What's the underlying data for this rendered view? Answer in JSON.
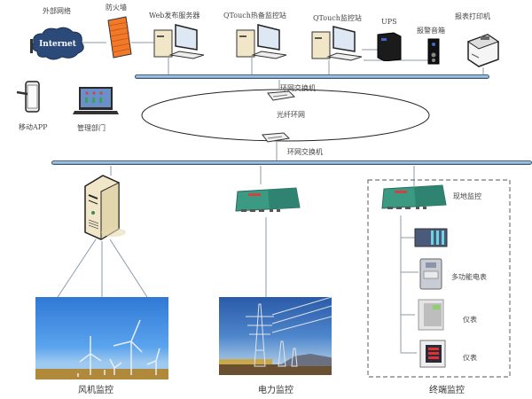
{
  "top_row": {
    "external_network": "外部网络",
    "internet": "Internet",
    "firewall": "防火墙",
    "web_server": "Web发布服务器",
    "qtouch_standby": "QTouch热备监控站",
    "qtouch_station": "QTouch监控站",
    "ups": "UPS",
    "alarm_speaker": "报警音箱",
    "report_printer": "报表打印机"
  },
  "clients": {
    "mobile_app": "移动APP",
    "management": "管理部门"
  },
  "ring": {
    "switch_top": "环网交换机",
    "fiber_ring": "光纤环网",
    "switch_bottom": "环网交换机"
  },
  "bottom": {
    "wind_monitoring": "风机监控",
    "power_monitoring": "电力监控",
    "terminal_monitoring": "终端监控",
    "local_monitoring": "现地监控",
    "multifunction_meter": "多功能电表",
    "meter_1": "仪表",
    "meter_2": "仪表"
  },
  "colors": {
    "bus_fill": "#9fbfdf",
    "bus_border": "#3c5a78",
    "firewall": "#f07a2a",
    "gateway": "#3a9a82"
  }
}
